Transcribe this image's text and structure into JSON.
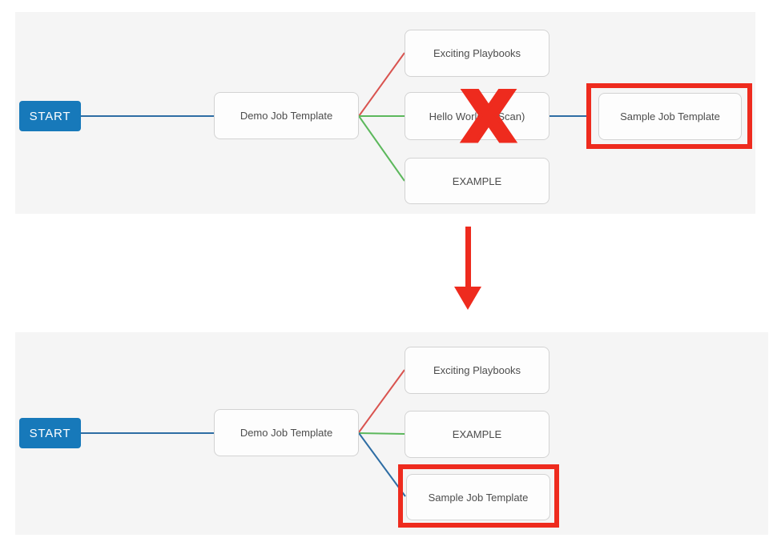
{
  "diagram": {
    "before": {
      "start": "START",
      "root": "Demo Job Template",
      "children": [
        "Exciting Playbooks",
        "Hello World 2 (Scan)",
        "EXAMPLE"
      ],
      "leaf": "Sample Job Template",
      "deleted_mark": "X"
    },
    "after": {
      "start": "START",
      "root": "Demo Job Template",
      "children": [
        "Exciting Playbooks",
        "EXAMPLE",
        "Sample Job Template"
      ]
    }
  },
  "colors": {
    "start_bg": "#1779ba",
    "link_blue": "#2e6da4",
    "link_red": "#d9534f",
    "link_green": "#5cb85c",
    "annotation_red": "#ee2b1e",
    "panel_bg": "#f5f5f5",
    "node_border": "#d3d3d3",
    "node_bg": "#fdfdfd",
    "node_text": "#4d4d4d"
  }
}
